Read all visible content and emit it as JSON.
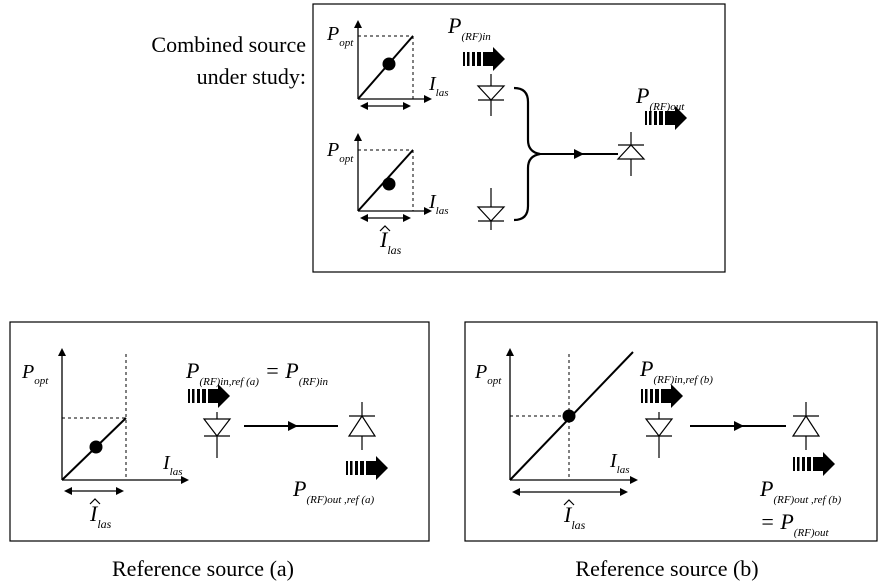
{
  "top_panel": {
    "caption_line1": "Combined source",
    "caption_line2": "under study:",
    "upper_graph": {
      "y_label": "P",
      "y_sub": "opt",
      "x_label": "I",
      "x_sub": "las"
    },
    "lower_graph": {
      "y_label": "P",
      "y_sub": "opt",
      "x_label": "I",
      "x_sub": "las",
      "amp_label": "I",
      "amp_sub": "las"
    },
    "rf_in_label": "P",
    "rf_in_sub": "(RF)in",
    "rf_out_label": "P",
    "rf_out_sub": "(RF)out"
  },
  "panel_a": {
    "title": "Reference source (a)",
    "y_label": "P",
    "y_sub": "opt",
    "x_label": "I",
    "x_sub": "las",
    "amp_label": "I",
    "amp_sub": "las",
    "rf_in_label": "P",
    "rf_in_sub": "(RF)in,ref (a)",
    "rf_in_eq": "= P",
    "rf_in_eq_sub": "(RF)in",
    "rf_out_label": "P",
    "rf_out_sub": "(RF)out ,ref (a)"
  },
  "panel_b": {
    "title": "Reference source (b)",
    "y_label": "P",
    "y_sub": "opt",
    "x_label": "I",
    "x_sub": "las",
    "amp_label": "I",
    "amp_sub": "las",
    "rf_in_label": "P",
    "rf_in_sub": "(RF)in,ref (b)",
    "rf_out_label": "P",
    "rf_out_sub": "(RF)out ,ref (b)",
    "rf_out_eq": "= P",
    "rf_out_eq_sub": "(RF)out"
  },
  "icons": {
    "photodiode": "photodiode-icon",
    "laser_diode": "laser-diode-icon",
    "rf_arrow": "rf-power-arrow-icon",
    "bias_point": "bias-point-icon"
  }
}
